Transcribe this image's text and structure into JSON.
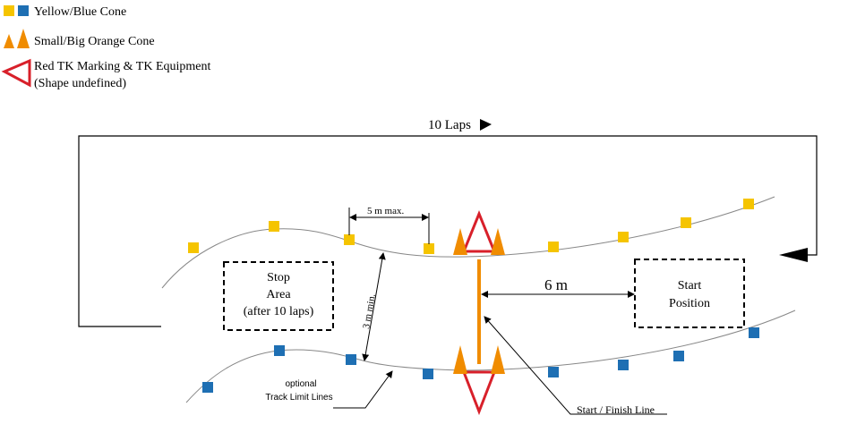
{
  "legend": {
    "yellow_blue_cone": "Yellow/Blue Cone",
    "small_big_orange_cone": "Small/Big Orange Cone",
    "red_tk_line1": "Red TK Marking & TK Equipment",
    "red_tk_line2": "(Shape undefined)"
  },
  "route": {
    "laps_label": "10 Laps"
  },
  "dimensions": {
    "cone_spacing": "5 m max.",
    "track_width": "3 m min.",
    "start_distance": "6 m"
  },
  "stop_area": {
    "line1": "Stop",
    "line2": "Area",
    "line3": "(after 10 laps)"
  },
  "start_position": {
    "line1": "Start",
    "line2": "Position"
  },
  "labels": {
    "track_limit_line1": "optional",
    "track_limit_line2": "Track Limit Lines",
    "start_finish": "Start / Finish Line"
  },
  "colors": {
    "yellow": "#f5c400",
    "blue": "#1e6fb3",
    "orange": "#f08c00",
    "red": "#d8202a",
    "line": "#000000"
  }
}
